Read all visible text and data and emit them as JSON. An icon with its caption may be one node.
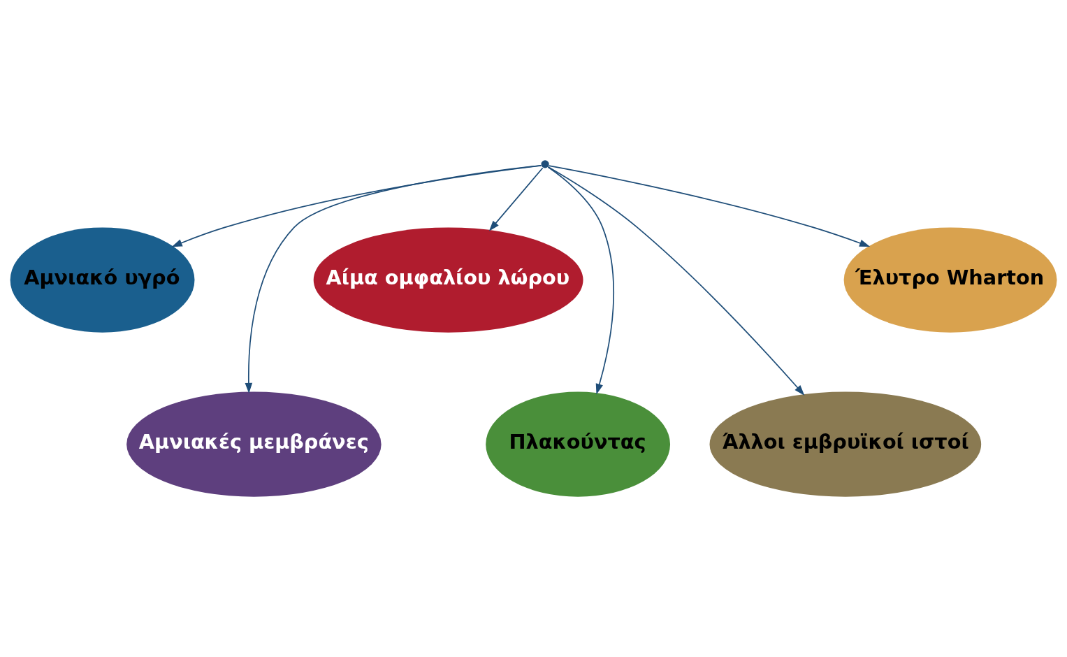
{
  "diagram": {
    "nodes": [
      {
        "text": [],
        "shape": "point"
      },
      {
        "text": [
          "Αμνιακό υγρό"
        ]
      },
      {
        "text": [
          "Αίμα ομφαλίου λώρου"
        ]
      },
      {
        "text": [
          "Έλυτρο Wharton"
        ]
      },
      {
        "text": [
          "Αμνιακές μεμβράνες"
        ]
      },
      {
        "text": [
          "Πλακούντας"
        ]
      },
      {
        "text": [
          "Άλλοι εμβρυϊκοί ιστοί"
        ]
      }
    ],
    "edges": [
      {
        "from": 0,
        "to": 1,
        "arrow": "to"
      },
      {
        "from": 0,
        "to": 4,
        "arrow": "to"
      },
      {
        "from": 0,
        "to": 2,
        "arrow": "to"
      },
      {
        "from": 0,
        "to": 5,
        "arrow": "to"
      },
      {
        "from": 0,
        "to": 6,
        "arrow": "to"
      },
      {
        "from": 0,
        "to": 3,
        "arrow": "to"
      }
    ]
  }
}
